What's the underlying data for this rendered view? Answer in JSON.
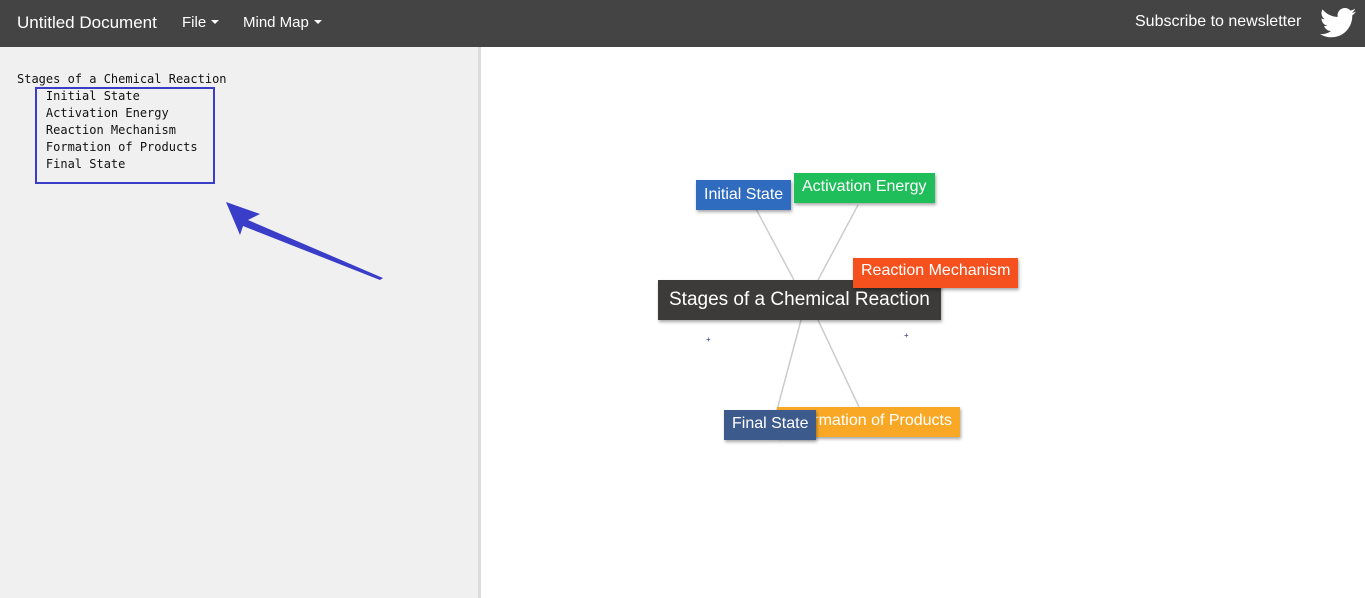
{
  "navbar": {
    "title": "Untitled Document",
    "menus": [
      {
        "label": "File"
      },
      {
        "label": "Mind Map"
      }
    ],
    "subscribe_label": "Subscribe to newsletter",
    "social_icon": "twitter-icon"
  },
  "editor": {
    "text": "Stages of a Chemical Reaction\n    Initial State\n    Activation Energy\n    Reaction Mechanism\n    Formation of Products\n    Final State",
    "annotation_color": "#3a3dc8"
  },
  "mindmap": {
    "root": {
      "label": "Stages of a Chemical Reaction",
      "color": "#3d3a3a"
    },
    "children": [
      {
        "label": "Initial State",
        "color": "#2f6cbf"
      },
      {
        "label": "Activation Energy",
        "color": "#1fbe5a"
      },
      {
        "label": "Reaction Mechanism",
        "color": "#f4511e"
      },
      {
        "label": "Formation of Products",
        "color": "#f9a825"
      },
      {
        "label": "Final State",
        "color": "#3c5a8c"
      }
    ]
  },
  "colors": {
    "navbar_bg": "#444444",
    "editor_bg": "#f0f0f0",
    "connector": "#cccccc"
  }
}
